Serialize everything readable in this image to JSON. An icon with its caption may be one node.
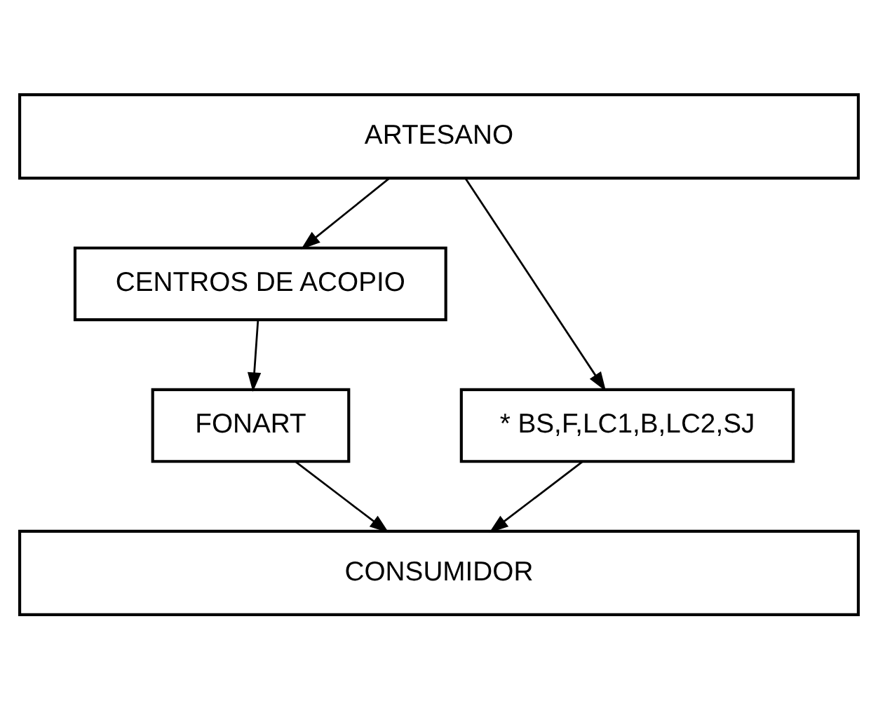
{
  "diagram": {
    "nodes": [
      {
        "text": [
          "ARTESANO"
        ]
      },
      {
        "text": [
          "CENTROS DE ACOPIO"
        ]
      },
      {
        "text": [
          "FONART"
        ]
      },
      {
        "text": [
          "* BS,F,LC1,B,LC2,SJ"
        ]
      },
      {
        "text": [
          "CONSUMIDOR"
        ]
      }
    ],
    "edges": [
      {
        "from": 0,
        "to": 1,
        "arrow": "to"
      },
      {
        "from": 1,
        "to": 2,
        "arrow": "to"
      },
      {
        "from": 0,
        "to": 3,
        "arrow": "to"
      },
      {
        "from": 2,
        "to": 4,
        "arrow": "to"
      },
      {
        "from": 3,
        "to": 4,
        "arrow": "to"
      }
    ]
  }
}
